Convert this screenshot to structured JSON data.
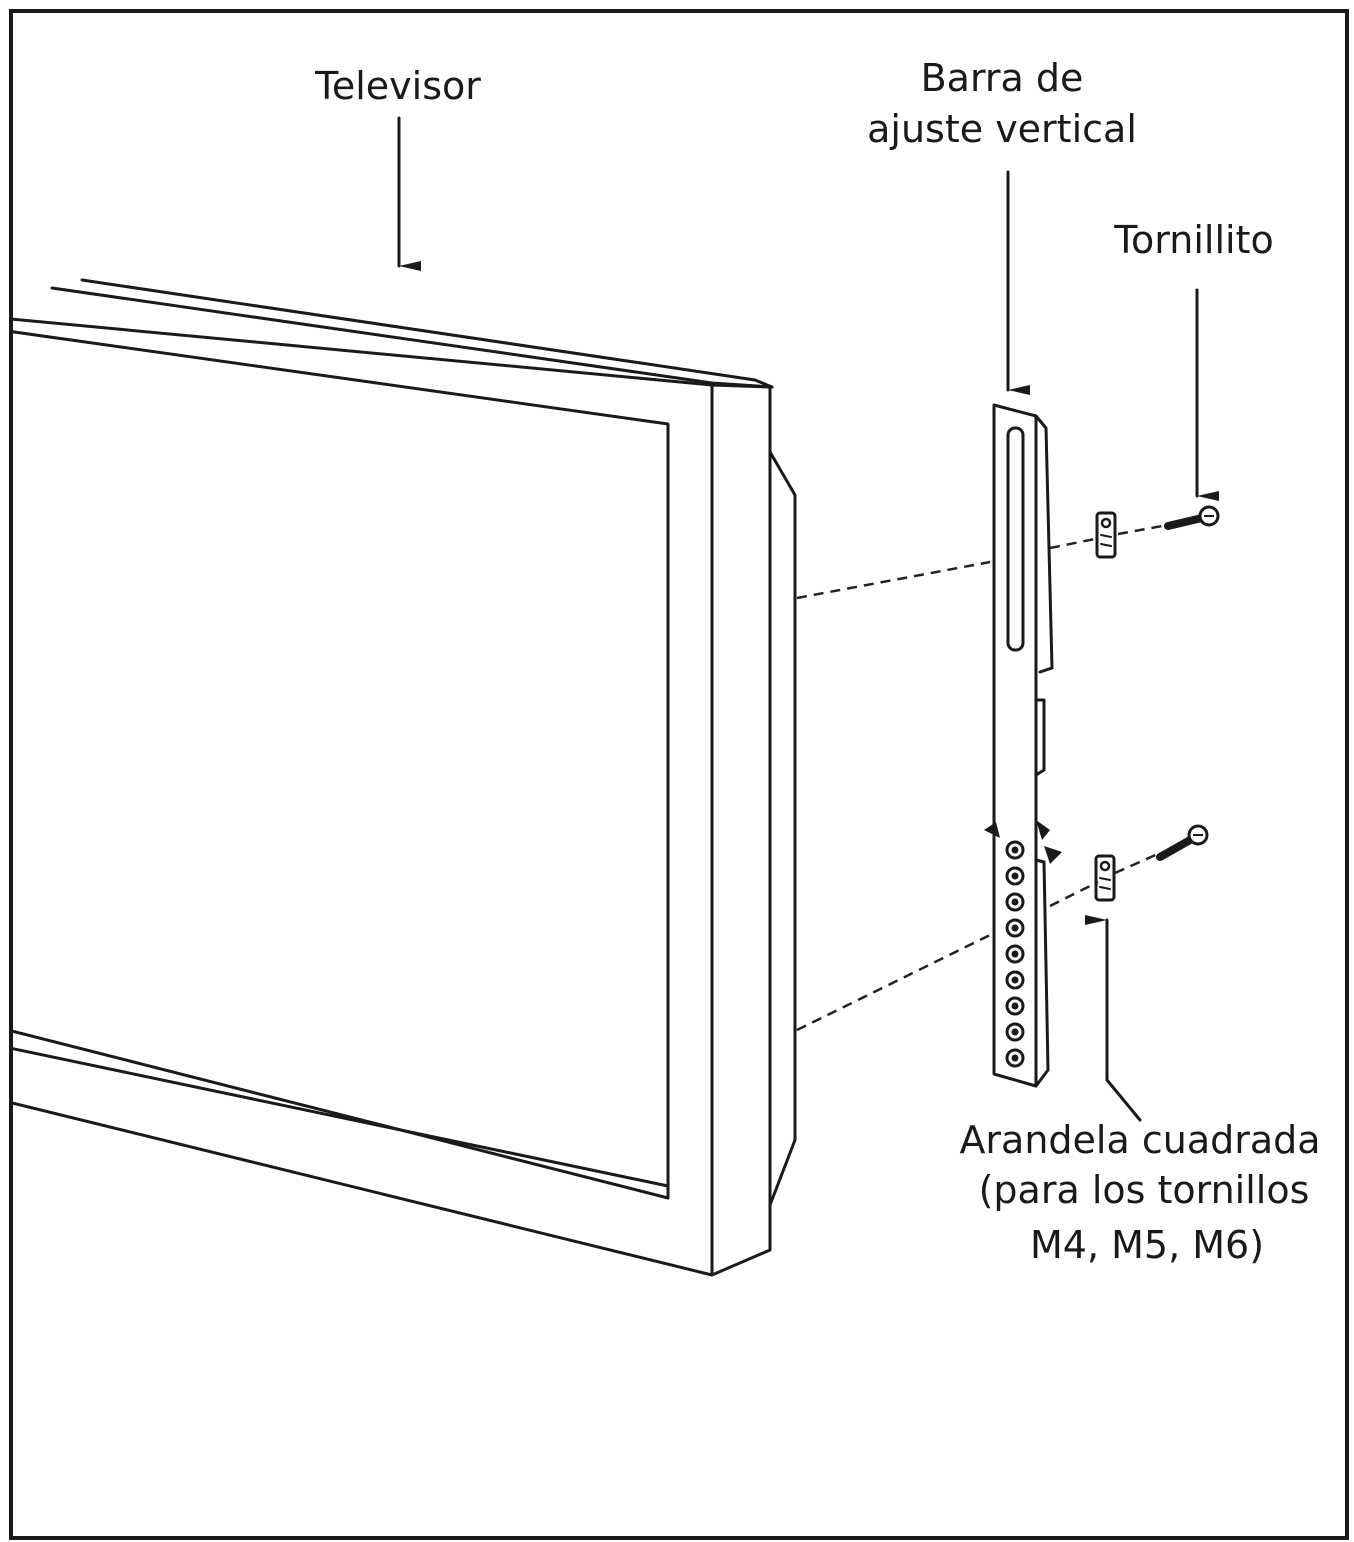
{
  "labels": {
    "tv": "Televisor",
    "bar_line1": "Barra de",
    "bar_line2": "ajuste vertical",
    "screw": "Tornillito",
    "washer_line1": "Arandela cuadrada",
    "washer_line2": "(para los tornillos",
    "washer_line3": "M4, M5, M6)"
  },
  "colors": {
    "ink": "#1a1a1a",
    "background": "#ffffff"
  },
  "bar_hole_count": 9
}
